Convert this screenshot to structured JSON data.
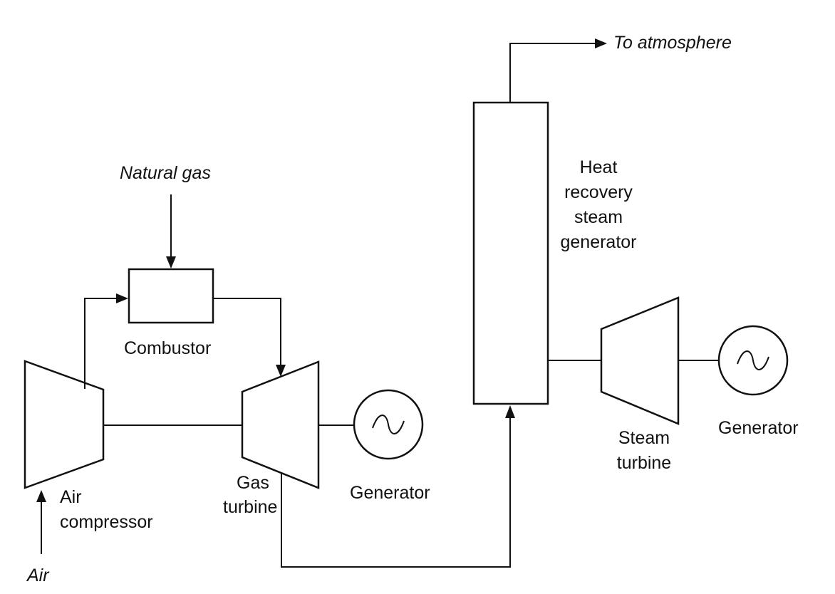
{
  "labels": {
    "natural_gas": "Natural gas",
    "combustor": "Combustor",
    "air_compressor": [
      "Air",
      "compressor"
    ],
    "air": "Air",
    "gas_turbine": [
      "Gas",
      "turbine"
    ],
    "generator_1": "Generator",
    "hrsg": [
      "Heat",
      "recovery",
      "steam",
      "generator"
    ],
    "to_atmosphere": "To atmosphere",
    "steam_turbine": [
      "Steam",
      "turbine"
    ],
    "generator_2": "Generator"
  },
  "icons": {
    "generator_symbol": "sine-wave-in-circle"
  },
  "colors": {
    "stroke": "#111111",
    "background": "#ffffff"
  }
}
